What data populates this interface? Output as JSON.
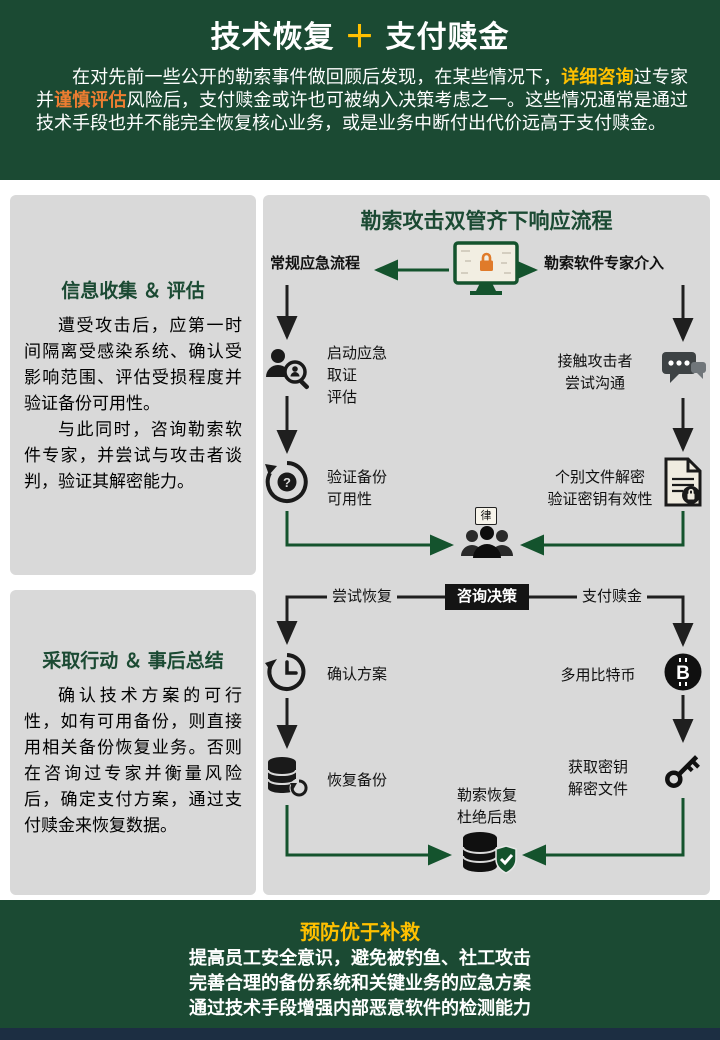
{
  "colors": {
    "dark_green": "#1b4a33",
    "accent_gold": "#ffc000",
    "accent_orange": "#ed7d31",
    "panel_gray": "#d9d9d9",
    "lock_orange": "#e07b2a",
    "bottom_navy": "#1c2e42"
  },
  "header": {
    "title_left": "技术恢复",
    "title_plus": "＋",
    "title_right": "支付赎金",
    "intro_s1": "在对先前一些公开的勒索事件做回顾后发现，在某些情况下，",
    "intro_hl1": "详细咨询",
    "intro_s2": "过专家并",
    "intro_hl2": "谨慎评估",
    "intro_s3": "风险后，支付赎金或许也可被纳入决策考虑之一。这些情况通常是通过技术手段也并不能完全恢复核心业务，或是业务中断付出代价远高于支付赎金。"
  },
  "boxes": {
    "info": {
      "title": "信息收集 ＆ 评估",
      "p1": "遭受攻击后，应第一时间隔离受感染系统、确认受影响范围、评估受损程度并验证备份可用性。",
      "p2": "与此同时，咨询勒索软件专家，并尝试与攻击者谈判，验证其解密能力。"
    },
    "action": {
      "title": "采取行动 ＆ 事后总结",
      "p1": "确认技术方案的可行性，如有可用备份，则直接用相关备份恢复业务。否则在咨询过专家并衡量风险后，确定支付方案，通过支付赎金来恢复数据。"
    }
  },
  "flow": {
    "title": "勒索攻击双管齐下响应流程",
    "branch_left": "常规应急流程",
    "branch_right": "勒索软件专家介入",
    "steps": {
      "l1": "启动应急\n取证\n评估",
      "l2": "验证备份\n可用性",
      "r1": "接触攻击者\n尝试沟通",
      "r2": "个别文件解密\n验证密钥有效性",
      "l3": "确认方案",
      "l4": "恢复备份",
      "r3": "多用比特币",
      "r4": "获取密钥\n解密文件"
    },
    "decision": "咨询决策",
    "path_left": "尝试恢复",
    "path_right": "支付赎金",
    "final": "勒索恢复\n杜绝后患",
    "glyphs": {
      "question": "?",
      "bitcoin": "B",
      "law": "律"
    },
    "icon_names": [
      "monitor-lock-icon",
      "person-search-icon",
      "backup-verify-icon",
      "chat-bubbles-icon",
      "file-lock-icon",
      "consult-people-icon",
      "clock-history-icon",
      "database-restore-icon",
      "bitcoin-icon",
      "key-icon",
      "database-shield-icon"
    ]
  },
  "footer": {
    "title": "预防优于补救",
    "line1": "提高员工安全意识，避免被钓鱼、社工攻击",
    "line2": "完善合理的备份系统和关键业务的应急方案",
    "line3": "通过技术手段增强内部恶意软件的检测能力"
  }
}
